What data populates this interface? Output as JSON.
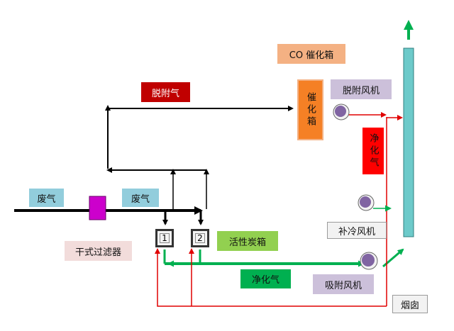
{
  "labels": {
    "co_box": "CO 催化箱",
    "desorb_gas": "脱附气",
    "catalytic_box": "催化箱",
    "desorb_fan": "脱附风机",
    "clean_gas_red": "净化气",
    "waste_gas_1": "废气",
    "waste_gas_2": "废气",
    "dry_filter": "干式过滤器",
    "carbon_box": "活性炭箱",
    "makeup_fan": "补冷风机",
    "clean_gas_green": "净化气",
    "adsorb_fan": "吸附风机",
    "chimney": "烟囱",
    "box_1": "1",
    "box_2": "2"
  },
  "colors": {
    "salmon": "#f4b183",
    "orange": "#f58025",
    "crimson": "#c00000",
    "red": "#ff0000",
    "cyan": "#92cddc",
    "lavender": "#ccc0da",
    "green": "#92d050",
    "magenta": "#cc00cc",
    "pink": "#f2dcdb",
    "teal": "#6dcaca",
    "flow_green": "#00b050",
    "flow_red": "#e00000",
    "fan": "#8064a2"
  }
}
